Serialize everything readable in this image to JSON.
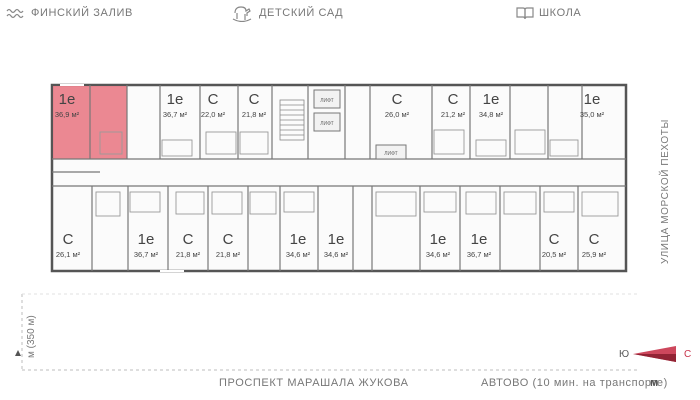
{
  "landmarks": {
    "gulf": "ФИНСКИЙ ЗАЛИВ",
    "kindergarten": "ДЕТСКИЙ САД",
    "school": "ШКОЛА",
    "street_right": "УЛИЦА МОРСКОЙ ПЕХОТЫ",
    "prospect": "ПРОСПЕКТ МАРАШАЛА ЖУКОВА",
    "avtovo": "АВТОВО (10 мин. на транспорте)",
    "metro_right": "м",
    "metro_left": "м (350 м)"
  },
  "compass": {
    "south": "Ю",
    "north": "С"
  },
  "service_labels": {
    "lift1": "ЛИФТ",
    "lift2": "ЛИФТ",
    "lift3": "ЛИФТ"
  },
  "apartments": [
    {
      "type": "1е",
      "area": "36,9 м²",
      "highlighted": true
    },
    {
      "type": "1е",
      "area": "36,7 м²"
    },
    {
      "type": "С",
      "area": "22,0 м²"
    },
    {
      "type": "С",
      "area": "21,8 м²"
    },
    {
      "type": "С",
      "area": "26,0 м²"
    },
    {
      "type": "С",
      "area": "21,2 м²"
    },
    {
      "type": "1е",
      "area": "34,8 м²"
    },
    {
      "type": "1е",
      "area": "35,0 м²"
    },
    {
      "type": "С",
      "area": "26,1 м²"
    },
    {
      "type": "1е",
      "area": "36,7 м²"
    },
    {
      "type": "С",
      "area": "21,8 м²"
    },
    {
      "type": "С",
      "area": "21,8 м²"
    },
    {
      "type": "1е",
      "area": "34,6 м²"
    },
    {
      "type": "1е",
      "area": "34,6 м²"
    },
    {
      "type": "1е",
      "area": "34,6 м²"
    },
    {
      "type": "1е",
      "area": "36,7 м²"
    },
    {
      "type": "С",
      "area": "20,5 м²"
    },
    {
      "type": "С",
      "area": "25,9 м²"
    }
  ],
  "colors": {
    "highlight": "#e8737f",
    "wall": "#555555",
    "accent": "#c8334a"
  }
}
